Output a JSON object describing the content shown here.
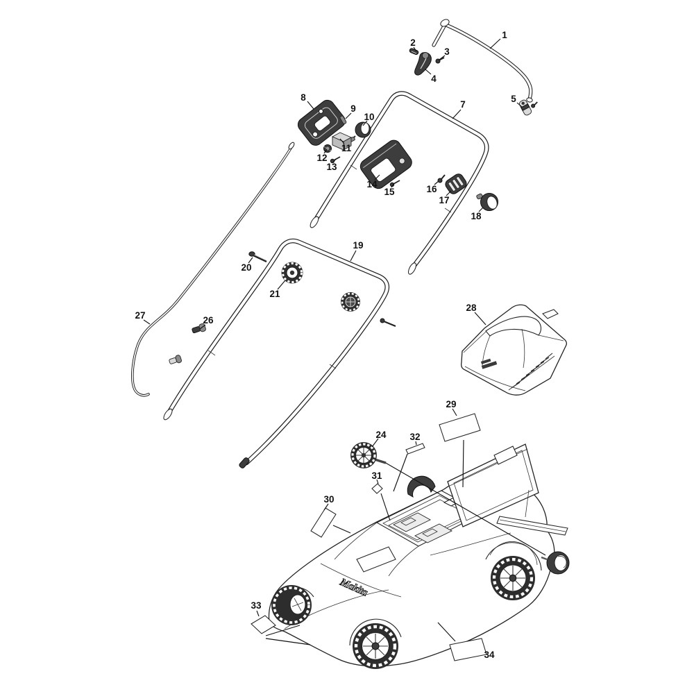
{
  "diagram": {
    "deck_logo": "Makita",
    "parts": [
      {
        "number": "1"
      },
      {
        "number": "2"
      },
      {
        "number": "3"
      },
      {
        "number": "4"
      },
      {
        "number": "5"
      },
      {
        "number": "7"
      },
      {
        "number": "8"
      },
      {
        "number": "9"
      },
      {
        "number": "10"
      },
      {
        "number": "11"
      },
      {
        "number": "12"
      },
      {
        "number": "13"
      },
      {
        "number": "14"
      },
      {
        "number": "15"
      },
      {
        "number": "16"
      },
      {
        "number": "17"
      },
      {
        "number": "18"
      },
      {
        "number": "19"
      },
      {
        "number": "20"
      },
      {
        "number": "21"
      },
      {
        "number": "24"
      },
      {
        "number": "26"
      },
      {
        "number": "27"
      },
      {
        "number": "28"
      },
      {
        "number": "29"
      },
      {
        "number": "30"
      },
      {
        "number": "31"
      },
      {
        "number": "32"
      },
      {
        "number": "33"
      },
      {
        "number": "34"
      }
    ]
  }
}
